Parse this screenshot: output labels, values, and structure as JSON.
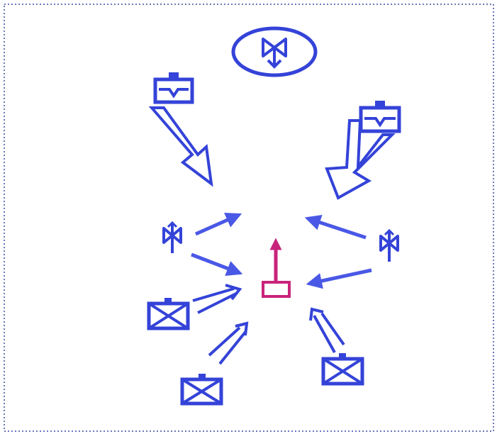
{
  "colors": {
    "friendly": "#3443d8",
    "arrow_fill": "#4a58e6",
    "objective": "#c8247a",
    "border": "#3a4aa0",
    "background": "#ffffff"
  },
  "symbols": {
    "aviation_unit": {
      "icon": "rotary-wing-aviation-icon"
    },
    "armored_units": [
      {
        "icon": "armored-unit-icon"
      },
      {
        "icon": "armored-unit-icon"
      }
    ],
    "infantry_units": [
      {
        "icon": "infantry-unit-icon"
      },
      {
        "icon": "infantry-unit-icon"
      },
      {
        "icon": "infantry-unit-icon"
      }
    ],
    "artillery_units": [
      {
        "icon": "air-defense-icon"
      },
      {
        "icon": "air-defense-icon"
      }
    ],
    "objective": {
      "icon": "objective-flag-icon"
    }
  },
  "arrows": {
    "main_attack": [
      "hollow-arrow",
      "hollow-arrow"
    ],
    "fires": [
      "filled-arrow",
      "filled-arrow",
      "filled-arrow",
      "filled-arrow"
    ],
    "supporting": [
      "double-arrow",
      "double-arrow",
      "double-arrow"
    ]
  }
}
